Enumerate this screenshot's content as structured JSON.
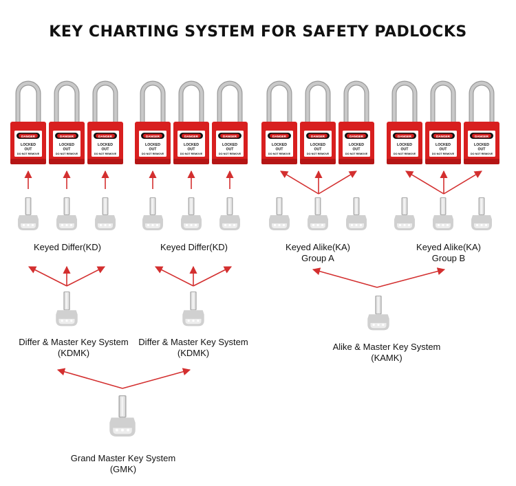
{
  "title": "KEY CHARTING SYSTEM FOR SAFETY PADLOCKS",
  "padlock_tag": {
    "header": "DANGER",
    "line1": "LOCKED",
    "line2": "OUT",
    "line3": "DO NOT REMOVE"
  },
  "groups": [
    {
      "label": "Keyed Differ(KD)",
      "sublabel": ""
    },
    {
      "label": "Keyed Differ(KD)",
      "sublabel": ""
    },
    {
      "label": "Keyed Alike(KA)",
      "sublabel": "Group A"
    },
    {
      "label": "Keyed Alike(KA)",
      "sublabel": "Group B"
    }
  ],
  "master_systems": [
    {
      "label": "Differ & Master Key System",
      "sublabel": "(KDMK)"
    },
    {
      "label": "Differ & Master Key System",
      "sublabel": "(KDMK)"
    },
    {
      "label": "Alike & Master Key System",
      "sublabel": "(KAMK)"
    }
  ],
  "grand_master": {
    "label": "Grand Master Key System",
    "sublabel": "(GMK)"
  },
  "colors": {
    "padlock_body": "#d81f1f",
    "padlock_shadow": "#b51515",
    "shackle": "#c9c9c9",
    "arrow": "#d32f2f",
    "key": "#d0d0d0",
    "key_shadow": "#b0b0b0"
  },
  "icons": {
    "padlock": "padlock-icon",
    "key": "key-icon",
    "arrow": "arrow-icon"
  }
}
